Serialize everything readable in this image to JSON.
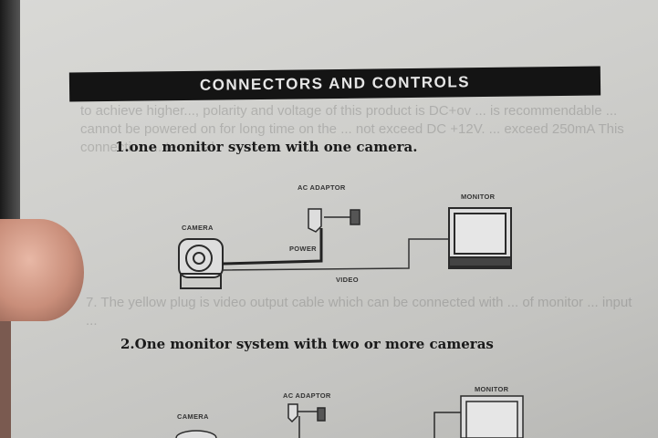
{
  "banner": {
    "title": "CONNECTORS AND CONTROLS"
  },
  "section1": {
    "heading": "1.one monitor system with one camera.",
    "labels": {
      "ac_adaptor": "AC ADAPTOR",
      "monitor": "MONITOR",
      "camera": "CAMERA",
      "power": "POWER",
      "video": "VIDEO"
    }
  },
  "section2": {
    "heading": "2.One monitor system with two or more cameras",
    "labels": {
      "ac_adaptor": "AC ADAPTOR",
      "monitor": "MONITOR",
      "camera": "CAMERA"
    }
  }
}
